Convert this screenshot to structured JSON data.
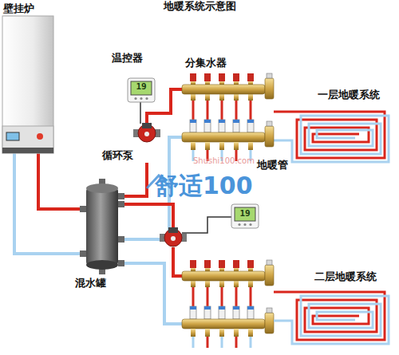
{
  "diagram": {
    "title": "地暖系统示意图",
    "nodes": [
      {
        "text": [
          "壁挂炉"
        ]
      },
      {
        "text": [
          "温控器",
          "19"
        ]
      },
      {
        "text": [
          "分集水器"
        ]
      },
      {
        "text": [
          "一层地暖系统"
        ]
      },
      {
        "text": [
          "循环泵"
        ]
      },
      {
        "text": [
          "19"
        ]
      },
      {
        "text": [
          "混水罐"
        ]
      },
      {
        "text": [
          "二层地暖系统"
        ]
      }
    ],
    "edges": [
      {
        "from": 0,
        "to": 6,
        "arrow": "none"
      },
      {
        "from": 0,
        "to": 6,
        "arrow": "none"
      },
      {
        "from": 6,
        "to": 4,
        "arrow": "none"
      },
      {
        "from": 4,
        "to": 2,
        "arrow": "none"
      },
      {
        "from": 2,
        "to": 6,
        "arrow": "none"
      },
      {
        "from": 2,
        "to": 3,
        "label": "地暖管",
        "arrow": "none"
      },
      {
        "from": 1,
        "to": 4,
        "arrow": "none"
      }
    ],
    "labels": [
      "Shushi100.com",
      "舒适100"
    ]
  }
}
